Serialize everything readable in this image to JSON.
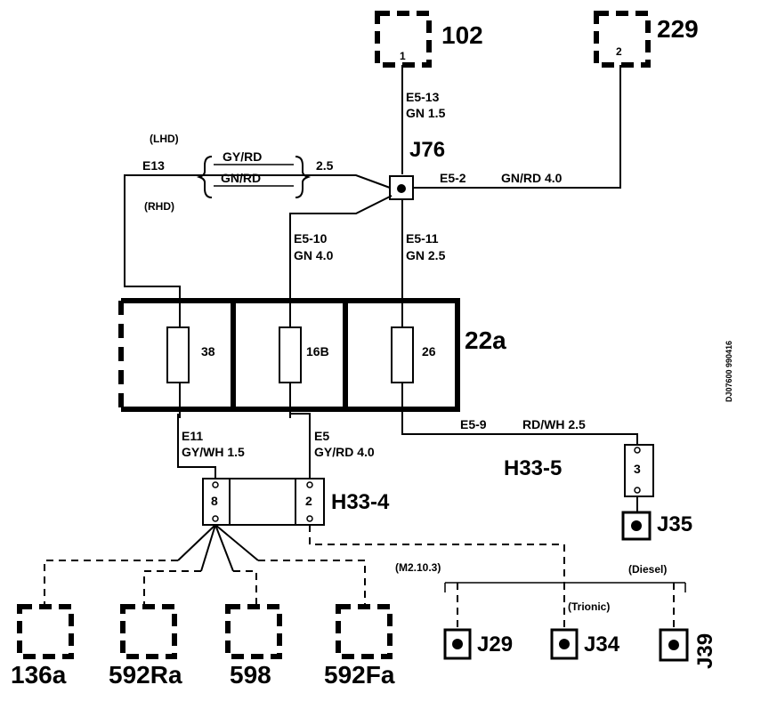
{
  "components": {
    "c102": {
      "id": "102",
      "pin": "1"
    },
    "c229": {
      "id": "229",
      "pin": "2"
    },
    "fusebox": {
      "id": "22a",
      "fuses": [
        "38",
        "16B",
        "26"
      ]
    },
    "h33_4": {
      "id": "H33-4",
      "pins": [
        "8",
        "2"
      ]
    },
    "h33_5": {
      "id": "H33-5",
      "pin": "3"
    },
    "j76": "J76",
    "j35": "J35",
    "j29": "J29",
    "j34": "J34",
    "j39": "J39",
    "c136a": "136a",
    "c592ra": "592Ra",
    "c598": "598",
    "c592fa": "592Fa"
  },
  "wires": {
    "e5_13": {
      "code": "E5-13",
      "spec": "GN  1.5"
    },
    "e5_2": {
      "code": "E5-2",
      "spec": "GN/RD 4.0"
    },
    "e13": {
      "code": "E13",
      "lhd": "(LHD)",
      "rhd": "(RHD)",
      "opt1": "GY/RD",
      "opt2": "GN/RD",
      "size": "2.5"
    },
    "e5_10": {
      "code": "E5-10",
      "spec": "GN  4.0"
    },
    "e5_11": {
      "code": "E5-11",
      "spec": "GN 2.5"
    },
    "e5_9": {
      "code": "E5-9",
      "spec": "RD/WH 2.5"
    },
    "e11": {
      "code": "E11",
      "spec": "GY/WH 1.5"
    },
    "e5": {
      "code": "E5",
      "spec": "GY/RD  4.0"
    }
  },
  "variants": {
    "m2103": "(M2.10.3)",
    "trionic": "(Trionic)",
    "diesel": "(Diesel)"
  },
  "side_code": "DJ07600 990416"
}
